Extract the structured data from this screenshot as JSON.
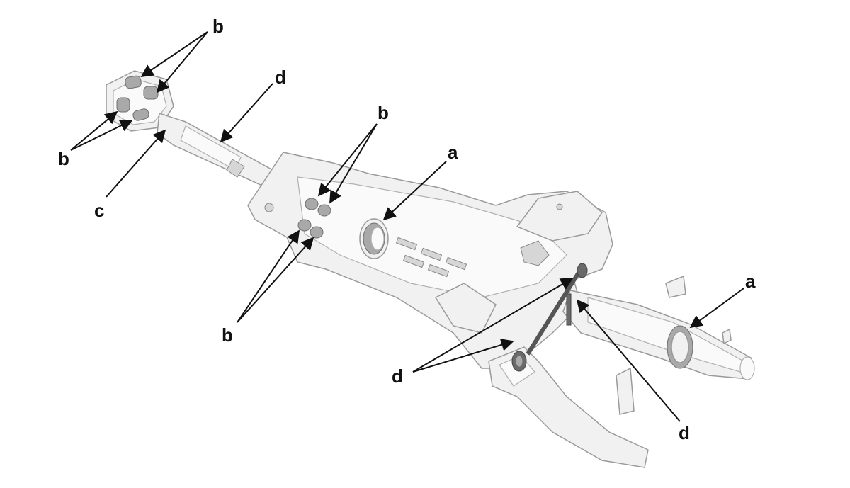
{
  "callouts": {
    "top_left_b": "b",
    "left_b": "b",
    "upper_d": "d",
    "c": "c",
    "center_b_upper": "b",
    "center_b_lower": "b",
    "center_a": "a",
    "right_a": "a",
    "lower_d_left": "d",
    "lower_d_right": "d"
  }
}
